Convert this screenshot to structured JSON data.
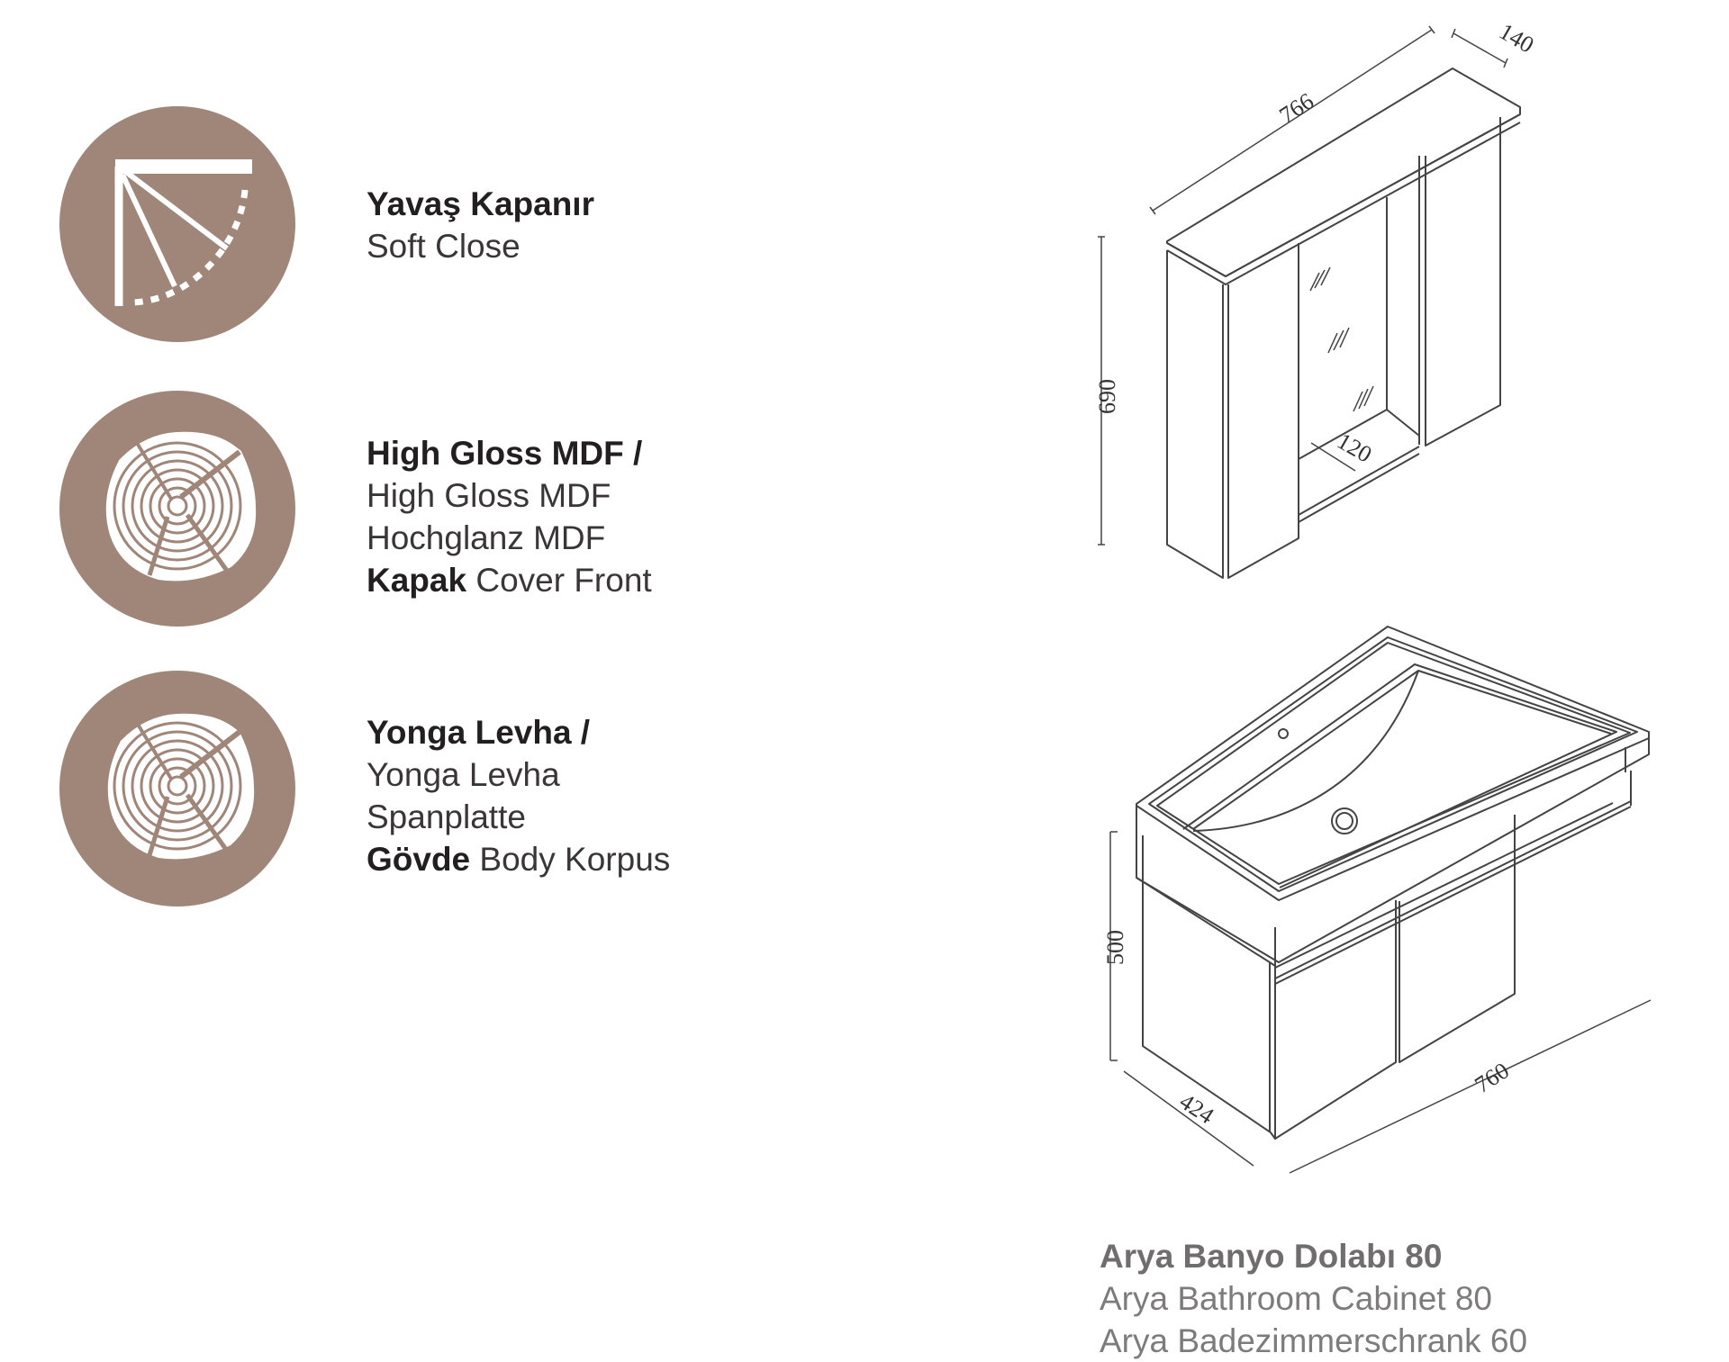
{
  "features": [
    {
      "icon": "soft-close-icon",
      "title": "Yavaş Kapanır",
      "lines": [
        "Soft Close"
      ]
    },
    {
      "icon": "wood-rings-icon",
      "title": "High Gloss MDF /",
      "lines": [
        "High Gloss MDF",
        "Hochglanz MDF"
      ],
      "bold_label": "Kapak",
      "label_rest": "Cover Front"
    },
    {
      "icon": "wood-rings-icon",
      "title": "Yonga Levha /",
      "lines": [
        "Yonga Levha",
        "Spanplatte"
      ],
      "bold_label": "Gövde",
      "label_rest": "Body Korpus"
    }
  ],
  "drawing": {
    "mirror_cabinet": {
      "width": "766",
      "depth": "140",
      "height": "690",
      "shelf_depth": "120"
    },
    "vanity": {
      "width": "760",
      "depth": "424",
      "height": "500"
    }
  },
  "caption": {
    "title": "Arya Banyo Dolabı 80",
    "line_en": "Arya Bathroom Cabinet 80",
    "line_de": "Arya Badezimmerschrank 60"
  },
  "colors": {
    "icon_bg": "#a08679",
    "text": "#231f20",
    "caption": "#7d7b7c",
    "line": "#444444"
  }
}
